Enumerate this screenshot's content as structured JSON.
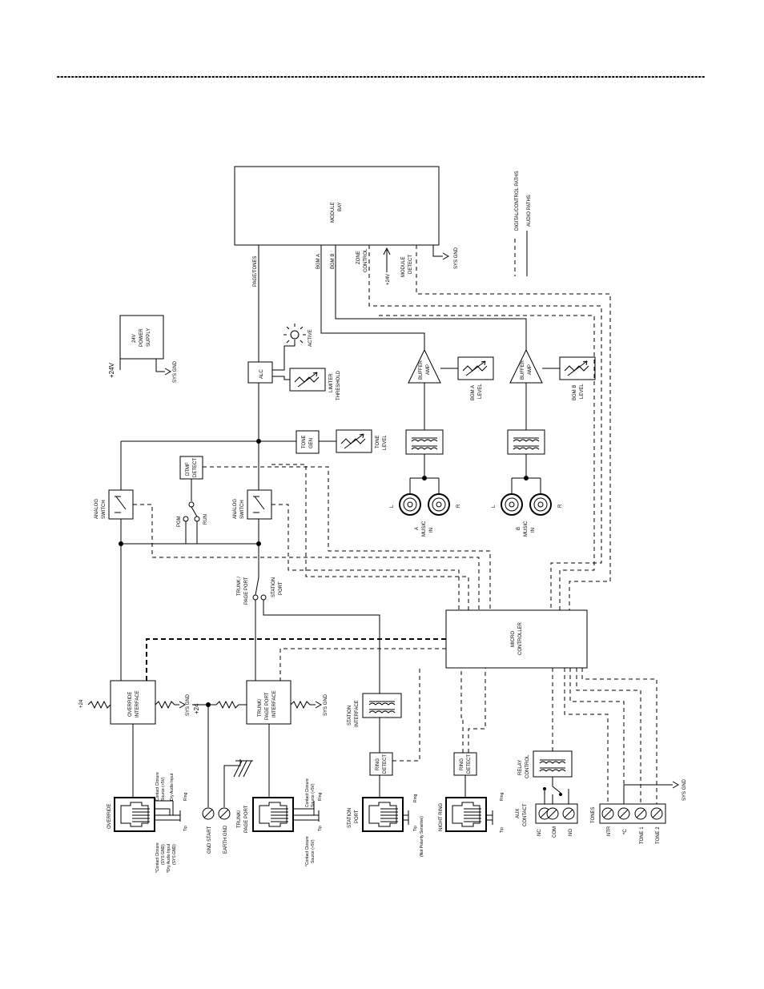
{
  "legend": {
    "digital": "DIGITAL/CONTROL PATHS",
    "audio": "AUDIO PATHS"
  },
  "module_bay": {
    "line1": "MODULE",
    "line2": "BAY"
  },
  "bay_labels": {
    "page_tones": "PAGE/TONES",
    "bgm_a": "BGM A",
    "bgm_b": "BGM B",
    "zone1": "ZONE",
    "zone2": "CONTROL",
    "plus24v": "+24V",
    "detect1": "MODULE",
    "detect2": "DETECT",
    "sys_gnd": "SYS GND"
  },
  "power": {
    "l1": "24V",
    "l2": "POWER",
    "l3": "SUPPLY",
    "v": "+24V",
    "gnd": "SYS GND"
  },
  "alc": {
    "label": "ALC",
    "active": "ACTIVE",
    "lim1": "LIMITER",
    "lim2": "THRESHOLD"
  },
  "tone": {
    "gen1": "TONE",
    "gen2": "GEN",
    "lvl1": "TONE",
    "lvl2": "LEVEL"
  },
  "buffer_a": {
    "l1": "BUFFER",
    "l2": "AMP",
    "lvl1": "BGM A",
    "lvl2": "LEVEL"
  },
  "buffer_b": {
    "l1": "BUFFER",
    "l2": "AMP",
    "lvl1": "BGM B",
    "lvl2": "LEVEL"
  },
  "music_a": {
    "l": "L",
    "r": "R",
    "n1": "A",
    "n2": "MUSIC",
    "n3": "IN"
  },
  "music_b": {
    "l": "L",
    "r": "R",
    "n1": "B",
    "n2": "MUSIC",
    "n3": "IN"
  },
  "dtmf": {
    "l1": "DTMF",
    "l2": "DETECT",
    "pgm": "PGM",
    "run": "RUN"
  },
  "analog_sw1": {
    "l1": "ANALOG",
    "l2": "SWITCH"
  },
  "analog_sw2": {
    "l1": "ANALOG",
    "l2": "SWITCH"
  },
  "trunk_sel": {
    "t1": "TRUNK /",
    "t2": "PAGE PORT",
    "s1": "STATION",
    "s2": "PORT"
  },
  "micro": {
    "l1": "MICRO",
    "l2": "CONTROLLER"
  },
  "override": {
    "i1": "OVERRIDE",
    "i2": "INTERFACE",
    "p24": "+24",
    "gnd": "SYS GND"
  },
  "trunk_if": {
    "i1": "TRUNK/",
    "i2": "PAGE PORT",
    "i3": "INTERFACE",
    "p24": "+24",
    "gnd": "SYS GND"
  },
  "station_if": {
    "l1": "STATION",
    "l2": "INTERFACE"
  },
  "ring_detect": {
    "l1": "RING",
    "l2": "DETECT"
  },
  "relay": {
    "l1": "RELAY",
    "l2": "CONTROL"
  },
  "override_jack": {
    "title": "OVERRIDE",
    "pin_cc1": "Contact Closure",
    "pin_cc2": "Source (+5V)",
    "pin_dry": "Dry Audio Input",
    "pin_ring": "Ring",
    "pin_tip": "Tip",
    "foot1": "*Contact Closure",
    "foot2": "(SYS GND)",
    "foot3": "*Dry Audio Input",
    "foot4": "(SYS GND)"
  },
  "gnd_start": "GND START",
  "earth_gnd": "EARTH GND",
  "trunk_jack": {
    "t1": "TRUNK/",
    "t2": "PAGE PORT",
    "pin_cc1": "Contact Closure",
    "pin_cc2": "Source (+5V)",
    "pin_ring": "Ring",
    "foot1": "*Contact Closure",
    "foot2": "Source (+5V)",
    "foot3": "Tip"
  },
  "station_jack": {
    "t1": "STATION",
    "t2": "PORT",
    "ring": "Ring",
    "tip": "Tip",
    "pol": "(Not Polarity Sensitive)"
  },
  "night_jack": {
    "title": "NIGHT RING",
    "ring": "Ring",
    "tip": "Tip"
  },
  "aux": {
    "t1": "AUX",
    "t2": "CONTACT",
    "nc": "NC",
    "com": "COM",
    "no": "NO"
  },
  "tones": {
    "title": "TONES",
    "ntr": "NTR",
    "c": "*C",
    "t1": "TONE 1",
    "t2": "TONE 2",
    "gnd": "SYS GND"
  }
}
